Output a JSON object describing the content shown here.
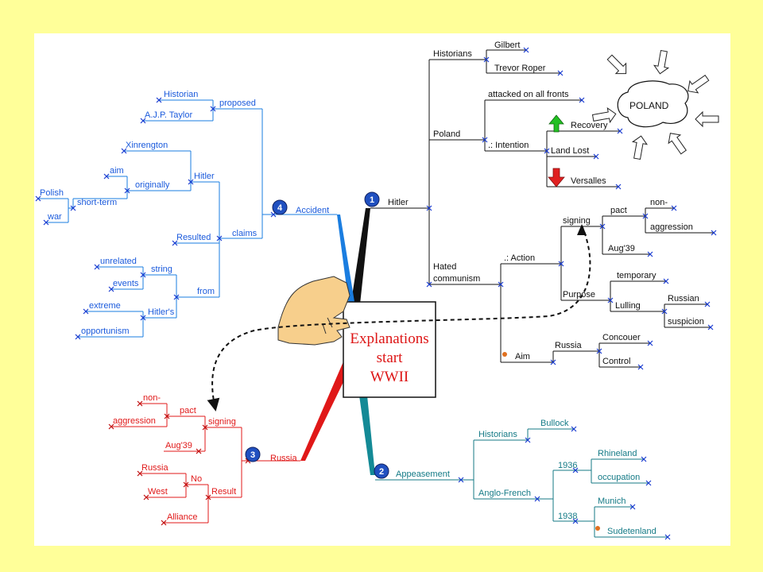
{
  "colors": {
    "background": "#ffff99",
    "black_branch": "#111111",
    "blue_branch": "#1a5adc",
    "red_branch": "#e01818",
    "teal_branch": "#147a86",
    "title_red": "#dd1515"
  },
  "center": {
    "lines": [
      "Explanations",
      "start",
      "WWII"
    ]
  },
  "badges": [
    "1",
    "2",
    "3",
    "4"
  ],
  "poland": {
    "label": "POLAND"
  },
  "branch1": {
    "main": "Hitler",
    "historians": "Historians",
    "gilbert": "Gilbert",
    "trevor": "Trevor Roper",
    "poland": "Poland",
    "attacked": "attacked on all fronts",
    "intention": ".: Intention",
    "recovery": "Recovery",
    "land_lost": "Land Lost",
    "versalles": "Versalles",
    "hated": "Hated",
    "communism": "communism",
    "action": ".: Action",
    "signing": "signing",
    "pact": "pact",
    "non": "non-",
    "aggression": "aggression",
    "aug39": "Aug'39",
    "purpose": "Purpose",
    "temporary": "temporary",
    "lulling": "Lulling",
    "russian": "Russian",
    "suspicion": "suspicion",
    "aim": "Aim",
    "russia": "Russia",
    "concouer": "Concouer",
    "control": "Control"
  },
  "branch2": {
    "main": "Appeasement",
    "historians": "Historians",
    "bullock": "Bullock",
    "anglo": "Anglo-French",
    "y1936": "1936",
    "rhineland": "Rhineland",
    "occupation": "occupation",
    "y1938": "1938",
    "munich": "Munich",
    "sudetenland": "Sudetenland"
  },
  "branch3": {
    "main": "Russia",
    "signing": "signing",
    "pact": "pact",
    "non": "non-",
    "aggression": "aggression",
    "aug39": "Aug'39",
    "result": "Result",
    "no": "No",
    "russia": "Russia",
    "west": "West",
    "alliance": "Alliance"
  },
  "branch4": {
    "main": "Accident",
    "proposed": "proposed",
    "historian": "Historian",
    "ajp": "A.J.P. Taylor",
    "claims": "claims",
    "hitler": "Hitler",
    "xinrengton": "Xinrengton",
    "originally": "originally",
    "aim": "aim",
    "short_term": "short-term",
    "polish": "Polish",
    "war": "war",
    "resulted": "Resulted",
    "from": "from",
    "string": "string",
    "unrelated": "unrelated",
    "events": "events",
    "hitlers": "Hitler's",
    "extreme": "extreme",
    "opportunism": "opportunism"
  }
}
